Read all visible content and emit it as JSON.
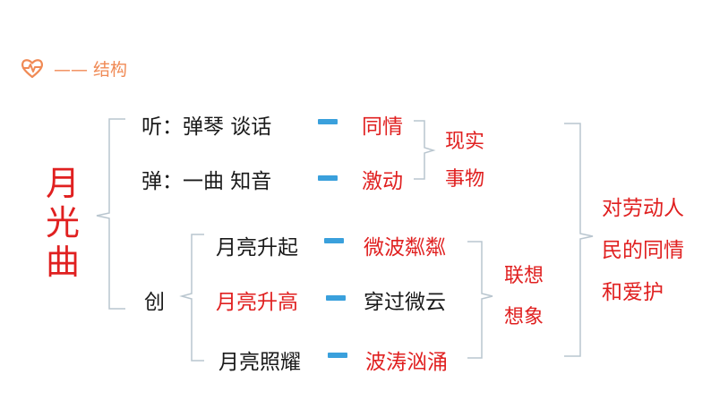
{
  "header": {
    "title": "—— 结构",
    "icon": "heart-pulse-icon",
    "accent": "#f08a55"
  },
  "colors": {
    "red": "#e02020",
    "black": "#1a1a1a",
    "dash": "#3aa0dc",
    "bracket": "#b9c6cf"
  },
  "main_title": {
    "chars": [
      "月",
      "光",
      "曲"
    ]
  },
  "real": {
    "rows": [
      {
        "label": "听：弹琴   谈话",
        "result": "同情"
      },
      {
        "label": "弹：一曲   知音",
        "result": "激动"
      }
    ],
    "group_label": [
      "现实",
      "事物"
    ]
  },
  "create": {
    "label": "创",
    "rows": [
      {
        "label": "月亮升起",
        "result": "微波粼粼"
      },
      {
        "label": "月亮升高",
        "result": "穿过微云"
      },
      {
        "label": "月亮照耀",
        "result": "波涛汹涌"
      }
    ],
    "group_label": [
      "联想",
      "想象"
    ]
  },
  "conclusion": [
    "对劳动人",
    "民的同情",
    "和爱护"
  ]
}
